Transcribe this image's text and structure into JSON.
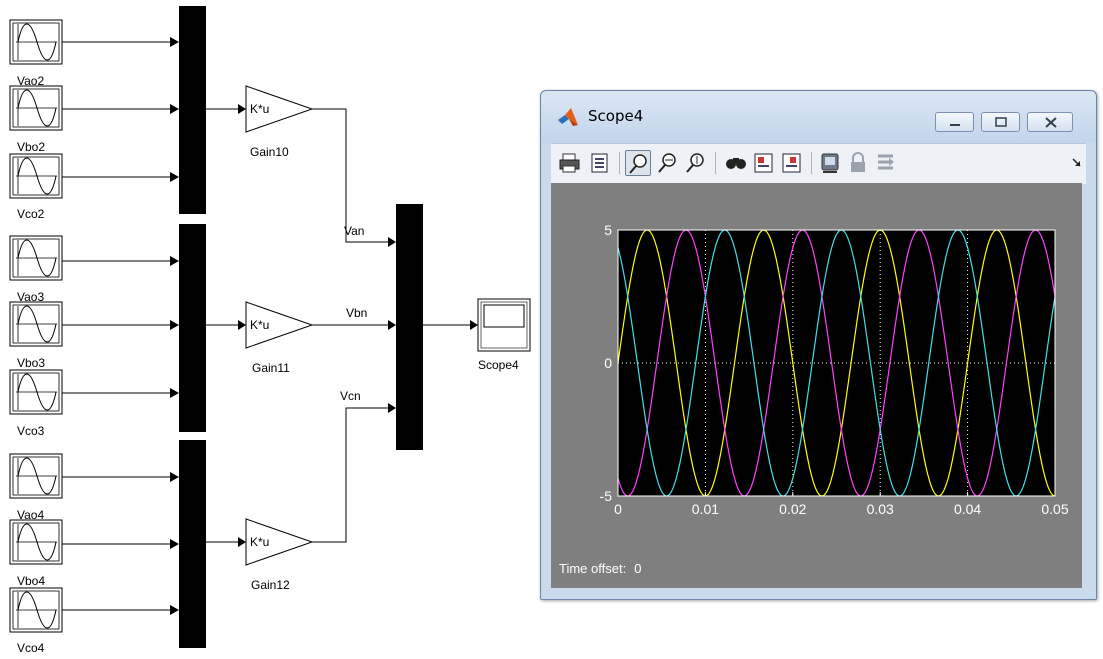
{
  "diagram": {
    "sources": [
      {
        "label": "Vao2"
      },
      {
        "label": "Vbo2"
      },
      {
        "label": "Vco2"
      },
      {
        "label": "Vao3"
      },
      {
        "label": "Vbo3"
      },
      {
        "label": "Vco3"
      },
      {
        "label": "Vao4"
      },
      {
        "label": "Vbo4"
      },
      {
        "label": "Vco4"
      }
    ],
    "gains": [
      {
        "text": "K*u",
        "label": "Gain10"
      },
      {
        "text": "K*u",
        "label": "Gain11"
      },
      {
        "text": "K*u",
        "label": "Gain12"
      }
    ],
    "signals": [
      "Van",
      "Vbn",
      "Vcn"
    ],
    "scope_label": "Scope4"
  },
  "scope_window": {
    "title": "Scope4",
    "toolbar": [
      "print-icon",
      "parameters-icon",
      "zoom-icon",
      "zoom-x-icon",
      "zoom-y-icon",
      "autoscale-icon",
      "save-axes-icon",
      "restore-axes-icon",
      "floating-scope-icon",
      "lock-icon",
      "signal-selection-icon"
    ],
    "time_offset_label": "Time offset:",
    "time_offset_value": "0"
  },
  "chart_data": {
    "type": "line",
    "title": "",
    "xlabel": "",
    "ylabel": "",
    "xlim": [
      0,
      0.05
    ],
    "ylim": [
      -5,
      5
    ],
    "xticks": [
      "0",
      "0.01",
      "0.02",
      "0.03",
      "0.04",
      "0.05"
    ],
    "yticks": [
      "-5",
      "0",
      "5"
    ],
    "grid": true,
    "frequency_hz": 75,
    "amplitude": 5,
    "series": [
      {
        "color": "#ffff00",
        "phase_deg": 0
      },
      {
        "color": "#ff40ff",
        "phase_deg": -120
      },
      {
        "color": "#40e0e8",
        "phase_deg": 120
      }
    ],
    "colors": {
      "plot_bg": "#000000",
      "panel_bg": "#7f7f7f",
      "axis_text": "#ffffff"
    }
  }
}
